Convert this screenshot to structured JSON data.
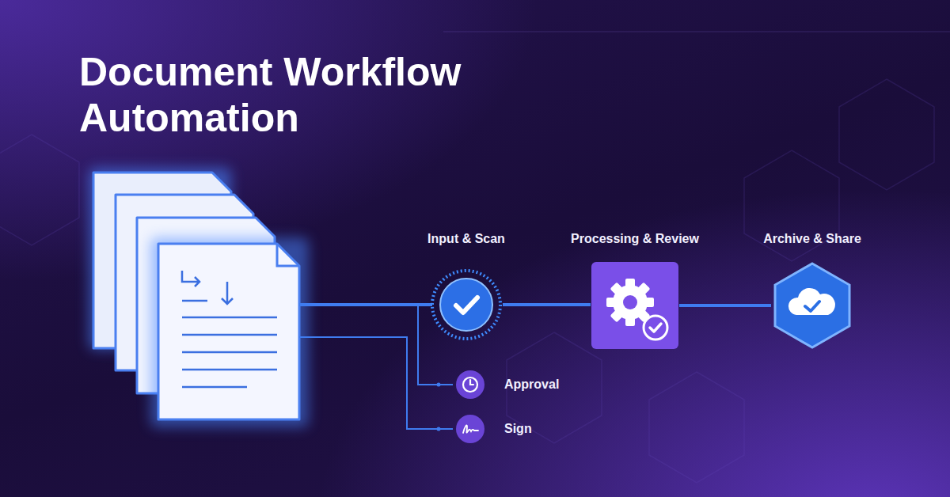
{
  "diagram": {
    "title": "Document Workflow Automation",
    "nodes": [
      {
        "text": [
          "Input & Scan"
        ]
      },
      {
        "text": [
          "Processing & Review"
        ]
      },
      {
        "text": [
          "Archive & Share"
        ]
      },
      {
        "text": [
          "Approval"
        ]
      },
      {
        "text": [
          "Sign"
        ]
      }
    ],
    "edges": [
      {
        "from": 0,
        "to": 1,
        "arrow": "none"
      },
      {
        "from": 1,
        "to": 2,
        "arrow": "none"
      }
    ]
  }
}
